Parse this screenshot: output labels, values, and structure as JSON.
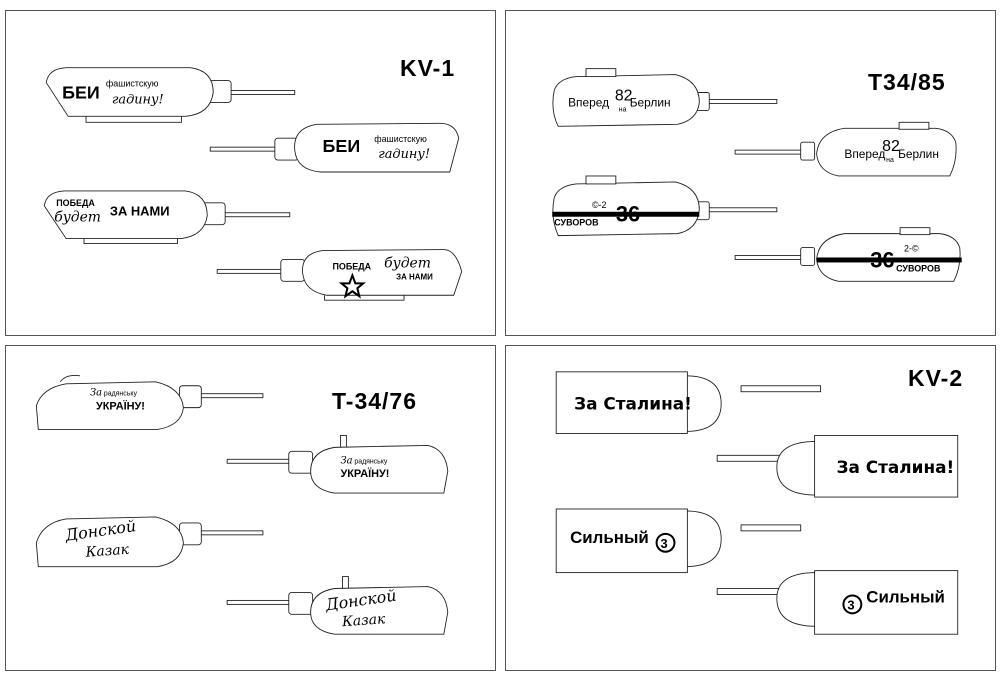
{
  "panels": [
    {
      "title": "KV-1",
      "decals": [
        {
          "big": "БЕИ",
          "small_top": "фашистскую",
          "small_bottom": "гадину!"
        },
        {
          "big": "БЕИ",
          "small_top": "фашистскую",
          "small_bottom": "гадину!"
        },
        {
          "line1": "ПОБЕДА",
          "line2": "будет",
          "line3": "ЗА НАМИ"
        },
        {
          "line1": "ПОБЕДА",
          "line2": "будет",
          "line3": "ЗА НАМИ"
        }
      ]
    },
    {
      "title": "T34/85",
      "decals": [
        {
          "text_left": "Вперед",
          "number": "82",
          "small": "на",
          "text_right": "Берлин"
        },
        {
          "text_left": "Вперед",
          "number": "82",
          "small": "на",
          "text_right": "Берлин"
        },
        {
          "small_top": "©-2",
          "name": "СУВОРОВ",
          "number": "36"
        },
        {
          "small_top": "2-©",
          "name": "СУВОРОВ",
          "number": "36"
        }
      ]
    },
    {
      "title": "T-34/76",
      "decals": [
        {
          "line1": "За",
          "line1b": "радянську",
          "line2": "УКРАЇНУ!"
        },
        {
          "line1": "За",
          "line1b": "радянську",
          "line2": "УКРАЇНУ!"
        },
        {
          "line1": "Донской",
          "line2": "Казак"
        },
        {
          "line1": "Донской",
          "line2": "Казак"
        }
      ]
    },
    {
      "title": "KV-2",
      "decals": [
        {
          "text": "За Сталина!"
        },
        {
          "text": "За Сталина!"
        },
        {
          "text": "Сильный",
          "emblem": "3"
        },
        {
          "text": "Сильный",
          "emblem": "3"
        }
      ]
    }
  ]
}
